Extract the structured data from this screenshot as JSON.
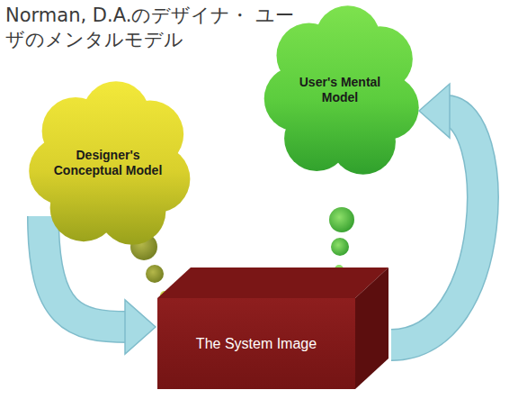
{
  "diagram": {
    "title": "Norman, D.A.のデザイナ・ ユーザのメンタルモデル",
    "nodes": [
      {
        "text": [
          "Designer's Conceptual Model"
        ]
      },
      {
        "text": [
          "User's Mental Model"
        ]
      },
      {
        "text": [
          "The System Image"
        ]
      }
    ],
    "edges": [
      {
        "from": 0,
        "to": 2,
        "arrow": "to"
      },
      {
        "from": 2,
        "to": 1,
        "arrow": "to"
      }
    ]
  }
}
